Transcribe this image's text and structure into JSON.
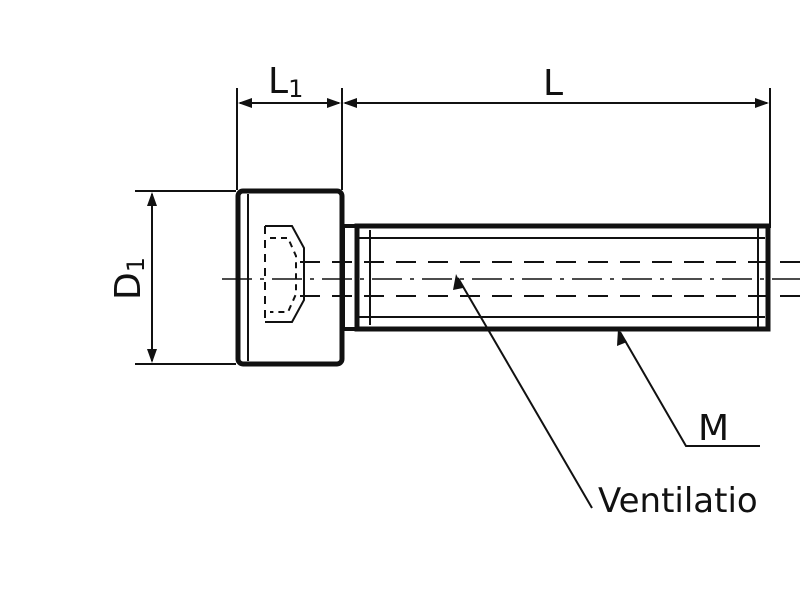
{
  "diagram": {
    "labels": {
      "head_length": "L",
      "head_length_sub": "1",
      "length": "L",
      "diameter": "D",
      "diameter_sub": "1",
      "thread": "M",
      "vent_hole": "Ventilatio"
    },
    "colors": {
      "line": "#111111",
      "background": "#ffffff"
    }
  }
}
